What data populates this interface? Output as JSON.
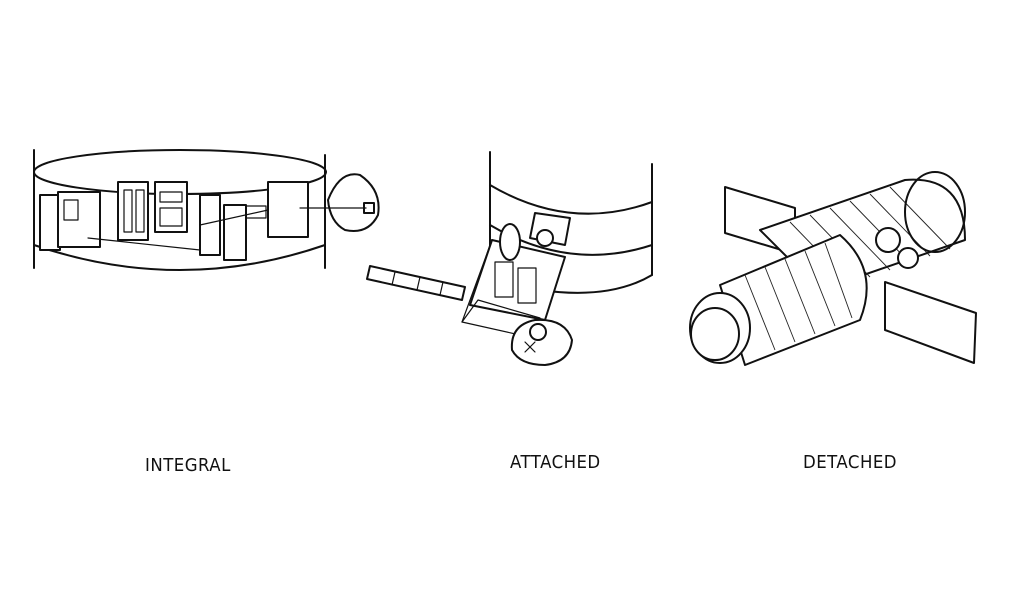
{
  "figures": [
    {
      "id": "integral",
      "caption": "INTEGRAL"
    },
    {
      "id": "attached",
      "caption": "ATTACHED"
    },
    {
      "id": "detached",
      "caption": "DETACHED"
    }
  ],
  "colors": {
    "ink": "#111111",
    "background": "#ffffff"
  }
}
